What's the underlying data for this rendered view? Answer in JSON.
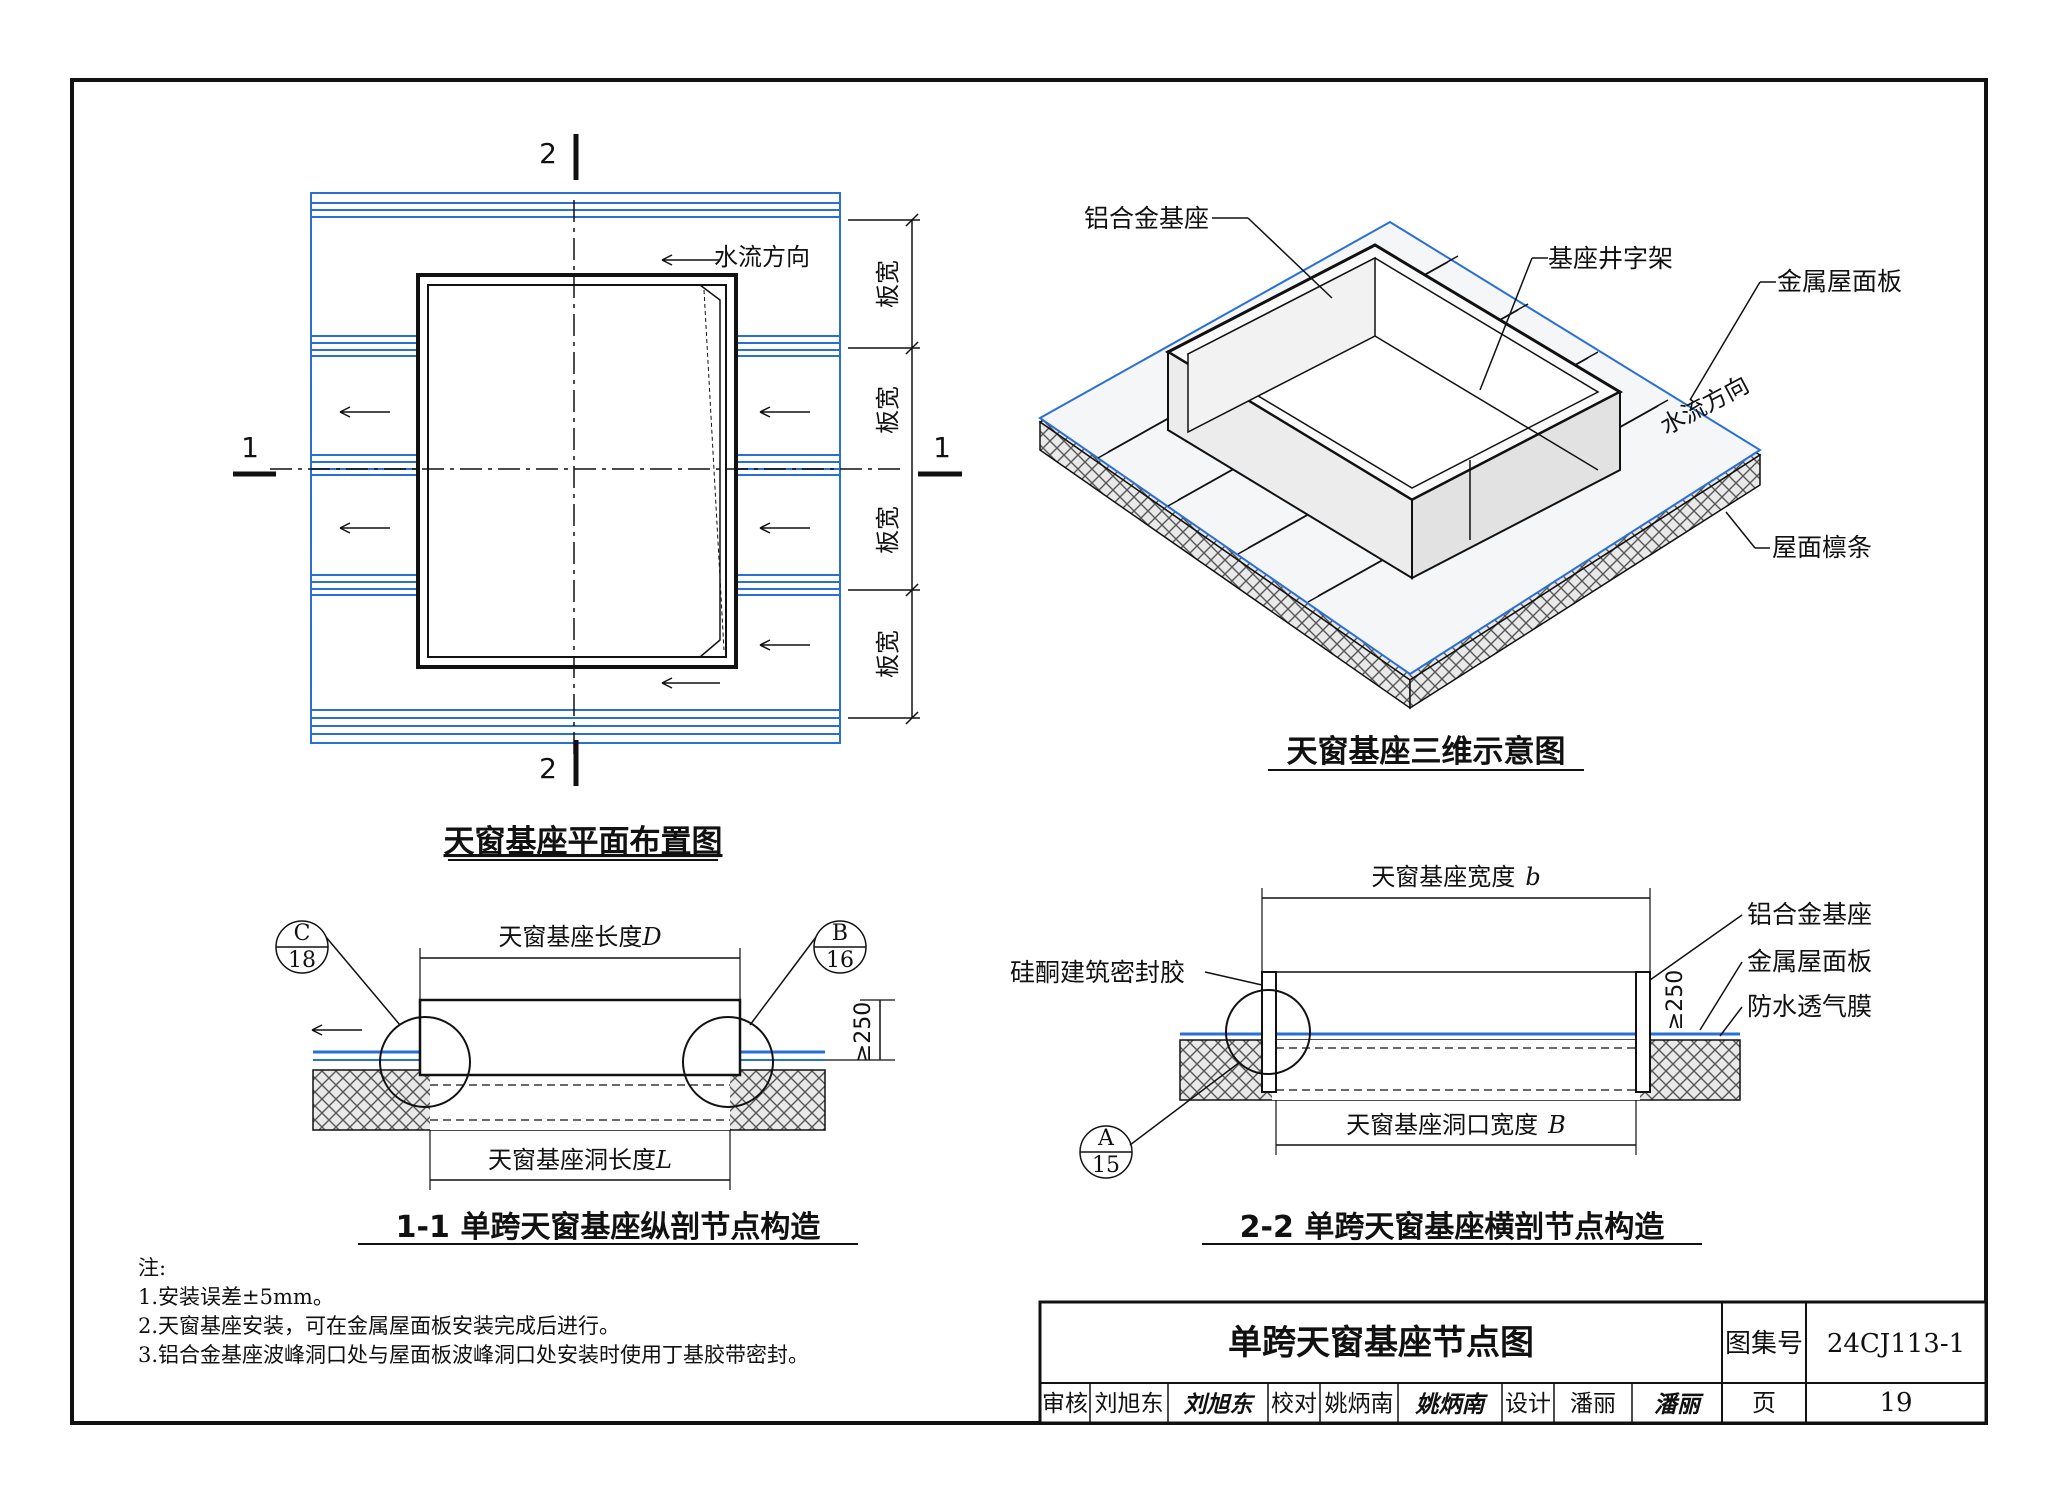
{
  "plan": {
    "title": "天窗基座平面布置图",
    "section_1_label": "1",
    "section_2_label": "2",
    "flow_label": "水流方向",
    "panel_width_label": "板宽"
  },
  "iso": {
    "title": "天窗基座三维示意图",
    "label_base": "铝合金基座",
    "label_frame": "基座井字架",
    "label_panel": "金属屋面板",
    "label_flow": "水流方向",
    "label_purlin": "屋面檩条"
  },
  "section11": {
    "title": "1-1 单跨天窗基座纵剖节点构造",
    "length_label": "天窗基座长度",
    "length_var": "D",
    "hole_label": "天窗基座洞长度",
    "hole_var": "L",
    "height_label": "≥250",
    "callout_left": {
      "letter": "C",
      "page": "18"
    },
    "callout_right": {
      "letter": "B",
      "page": "16"
    }
  },
  "section22": {
    "title": "2-2 单跨天窗基座横剖节点构造",
    "width_label": "天窗基座宽度",
    "width_var": "b",
    "hole_label": "天窗基座洞口宽度",
    "hole_var": "B",
    "height_label": "≥250",
    "label_sealant": "硅酮建筑密封胶",
    "label_base": "铝合金基座",
    "label_panel": "金属屋面板",
    "label_membrane": "防水透气膜",
    "callout": {
      "letter": "A",
      "page": "15"
    }
  },
  "notes": {
    "heading": "注:",
    "items": [
      "1.安装误差±5mm。",
      "2.天窗基座安装，可在金属屋面板安装完成后进行。",
      "3.铝合金基座波峰洞口处与屋面板波峰洞口处安装时使用丁基胶带密封。"
    ]
  },
  "titleblock": {
    "drawing_title": "单跨天窗基座节点图",
    "atlas_label": "图集号",
    "atlas_no": "24CJ113-1",
    "review_label": "审核",
    "review_name": "刘旭东",
    "review_sign": "刘旭东",
    "check_label": "校对",
    "check_name": "姚炳南",
    "check_sign": "姚炳南",
    "design_label": "设计",
    "design_name": "潘丽",
    "design_sign": "潘丽",
    "page_label": "页",
    "page_no": "19"
  },
  "colors": {
    "line": "#111111",
    "roof_blue": "#2a6fd6",
    "insulation_gray": "#7a7a7a"
  }
}
